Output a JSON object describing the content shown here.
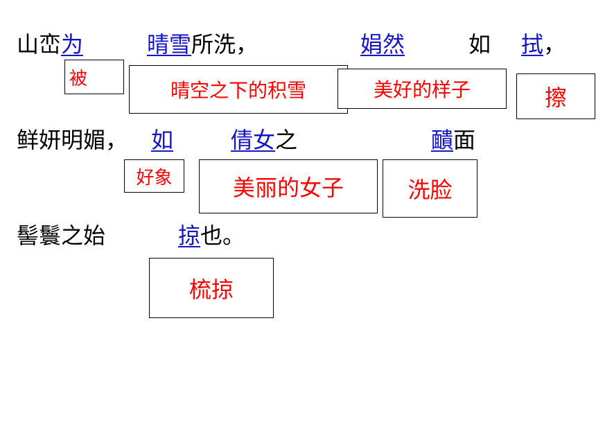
{
  "line1": {
    "p1": "山峦",
    "w1": "为",
    "w2": "晴雪",
    "p2": "所洗，",
    "w3": "娟然",
    "p3": "如",
    "w4": "拭",
    "p4": "，"
  },
  "line2": {
    "p1": "鲜妍明媚，",
    "w1": "如",
    "w2": "倩女",
    "p2": "之",
    "w3": "靧",
    "p3": "面"
  },
  "line3": {
    "p1": "髻鬟之始",
    "w1": "掠",
    "p2": "也。"
  },
  "notes": {
    "bei": "被",
    "qingkong": "晴空之下的积雪",
    "meihao": "美好的样子",
    "ca": "擦",
    "haoxiang": "好象",
    "meili": "美丽的女子",
    "xilian": "洗脸",
    "shulue": "梳掠"
  },
  "colors": {
    "text": "#000000",
    "highlight": "#1414c8",
    "annotation": "#ff0000"
  }
}
